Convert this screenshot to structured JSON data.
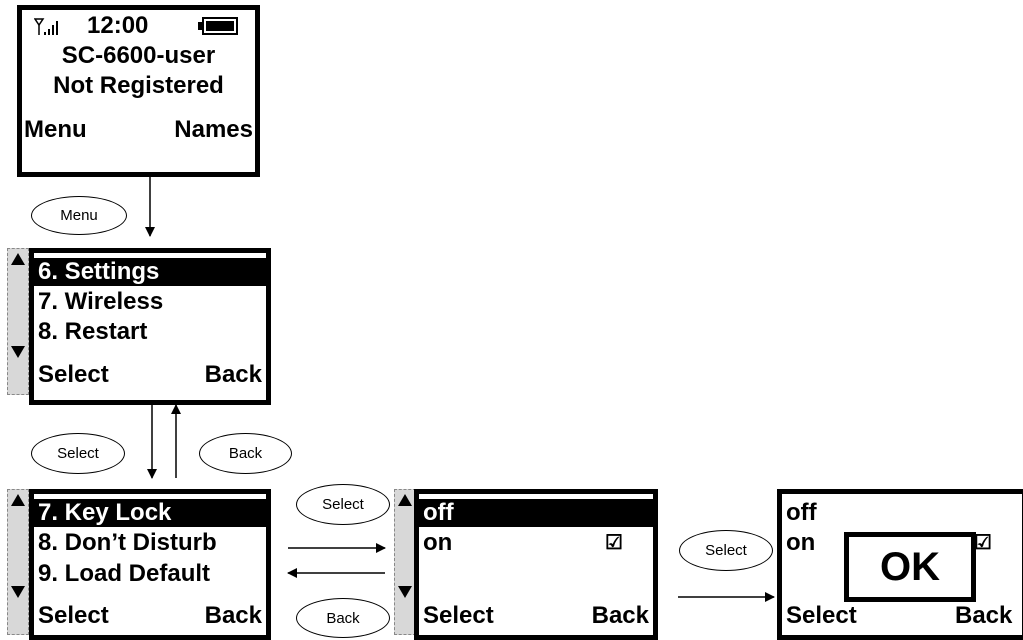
{
  "idle_screen": {
    "signal_icon": "signal-icon",
    "time": "12:00",
    "battery_icon": "battery-icon",
    "user": "SC-6600-user",
    "status": "Not Registered",
    "left_softkey": "Menu",
    "right_softkey": "Names"
  },
  "menu_screen": {
    "items": [
      "6. Settings",
      "7. Wireless",
      "8. Restart"
    ],
    "left_softkey": "Select",
    "right_softkey": "Back"
  },
  "settings_screen": {
    "items": [
      "7. Key Lock",
      "8. Don’t Disturb",
      "9. Load Default"
    ],
    "left_softkey": "Select",
    "right_softkey": "Back"
  },
  "keylock_screen": {
    "options": [
      "off",
      "on"
    ],
    "check_mark": "☑",
    "left_softkey": "Select",
    "right_softkey": "Back"
  },
  "confirm_screen": {
    "options": [
      "off",
      "on"
    ],
    "check_mark": "☑",
    "left_softkey": "Select",
    "right_softkey": "Back",
    "popup": "OK"
  },
  "actions": {
    "menu": "Menu",
    "select_1": "Select",
    "back_1": "Back",
    "select_2": "Select",
    "back_2": "Back",
    "select_3": "Select"
  }
}
